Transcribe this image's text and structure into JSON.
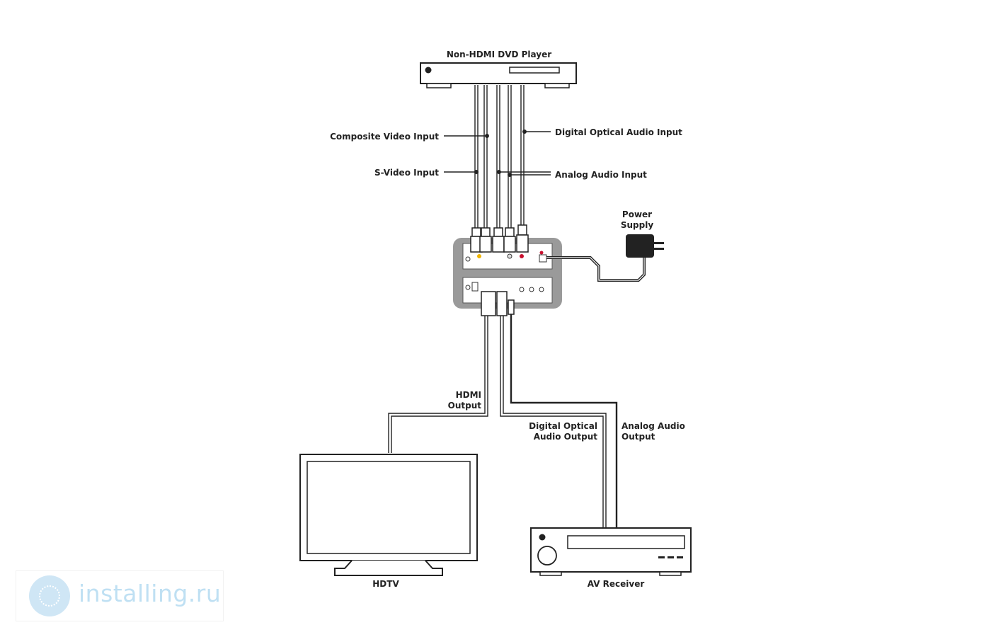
{
  "labels": {
    "dvd_player": "Non-HDMI DVD Player",
    "composite_video": "Composite Video Input",
    "s_video": "S-Video Input",
    "digital_optical_in": "Digital Optical Audio Input",
    "analog_audio_in": "Analog Audio Input",
    "power_1": "Power",
    "power_2": "Supply",
    "hdmi_out_1": "HDMI",
    "hdmi_out_2": "Output",
    "optical_out_1": "Digital Optical",
    "optical_out_2": "Audio Output",
    "analog_out_1": "Analog Audio",
    "analog_out_2": "Output",
    "hdtv": "HDTV",
    "av_receiver": "AV Receiver"
  },
  "watermark": "installing.ru",
  "colors": {
    "line": "#222222",
    "box_gray": "#9a9a9a",
    "watermark_blue": "#bfe0f3"
  }
}
